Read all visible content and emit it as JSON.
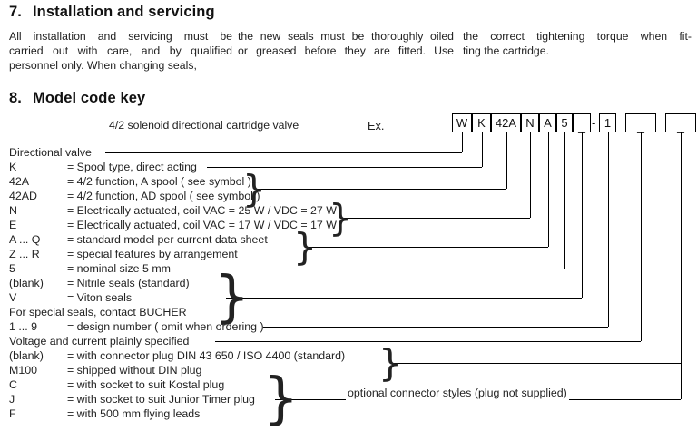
{
  "section7": {
    "number": "7.",
    "title": "Installation and servicing",
    "columns": [
      [
        "All installation and servicing  must be",
        "carried out with care, and by qualified",
        "personnel only. When changing seals,"
      ],
      [
        "the new seals must be thoroughly oiled",
        "or greased before they are fitted. Use",
        ""
      ],
      [
        "the correct tightening torque when fit-",
        "ting the cartridge.",
        ""
      ]
    ]
  },
  "section8": {
    "number": "8.",
    "title": "Model code key",
    "valve_title": "4/2 solenoid directional cartridge valve",
    "example_label": "Ex.",
    "code_boxes": [
      {
        "text": "W",
        "width": 22,
        "blank": false
      },
      {
        "text": "K",
        "width": 21,
        "blank": false
      },
      {
        "text": "42A",
        "width": 33,
        "blank": false
      },
      {
        "text": "N",
        "width": 20,
        "blank": false
      },
      {
        "text": "A",
        "width": 19,
        "blank": false
      },
      {
        "text": "5",
        "width": 18,
        "blank": false
      },
      {
        "text": "_",
        "width": 20,
        "blank": true
      },
      {
        "text": "1",
        "width": 19,
        "blank": false
      },
      {
        "text": "_",
        "width": 34,
        "blank": true
      },
      {
        "text": "_",
        "width": 34,
        "blank": true
      }
    ],
    "separator": "-",
    "rows": [
      {
        "code": "Directional valve",
        "desc": "",
        "full": true
      },
      {
        "code": "K",
        "desc": "= Spool type, direct acting"
      },
      {
        "code": "42A",
        "desc": "= 4/2 function, A spool  ( see symbol )"
      },
      {
        "code": "42AD",
        "desc": "= 4/2 function, AD spool  ( see symbol )"
      },
      {
        "code": "N",
        "desc": "= Electrically actuated, coil VAC = 25 W /  VDC = 27 W"
      },
      {
        "code": "E",
        "desc": "= Electrically actuated, coil VAC = 17 W /  VDC = 17 W"
      },
      {
        "code": "A ... Q",
        "desc": "= standard model per current data sheet"
      },
      {
        "code": "Z ... R",
        "desc": "= special features by arrangement"
      },
      {
        "code": "5",
        "desc": "= nominal size 5 mm"
      },
      {
        "code": "(blank)",
        "desc": "= Nitrile seals (standard)"
      },
      {
        "code": "V",
        "desc": "= Viton seals"
      },
      {
        "code": "For special seals, contact BUCHER",
        "desc": "",
        "full": true
      },
      {
        "code": "1 ... 9",
        "desc": "= design number  ( omit when ordering )"
      },
      {
        "code": "Voltage and current plainly specified",
        "desc": "",
        "full": true
      },
      {
        "code": "(blank)",
        "desc": "= with connector plug DIN 43 650 / ISO 4400 (standard)"
      },
      {
        "code": "M100",
        "desc": "= shipped without DIN plug"
      },
      {
        "code": "C",
        "desc": "= with socket to suit Kostal plug"
      },
      {
        "code": "J",
        "desc": "= with socket to suit Junior Timer plug"
      },
      {
        "code": "F",
        "desc": "= with 500 mm flying leads"
      }
    ],
    "optional_note": "optional connector styles (plug not supplied)"
  }
}
